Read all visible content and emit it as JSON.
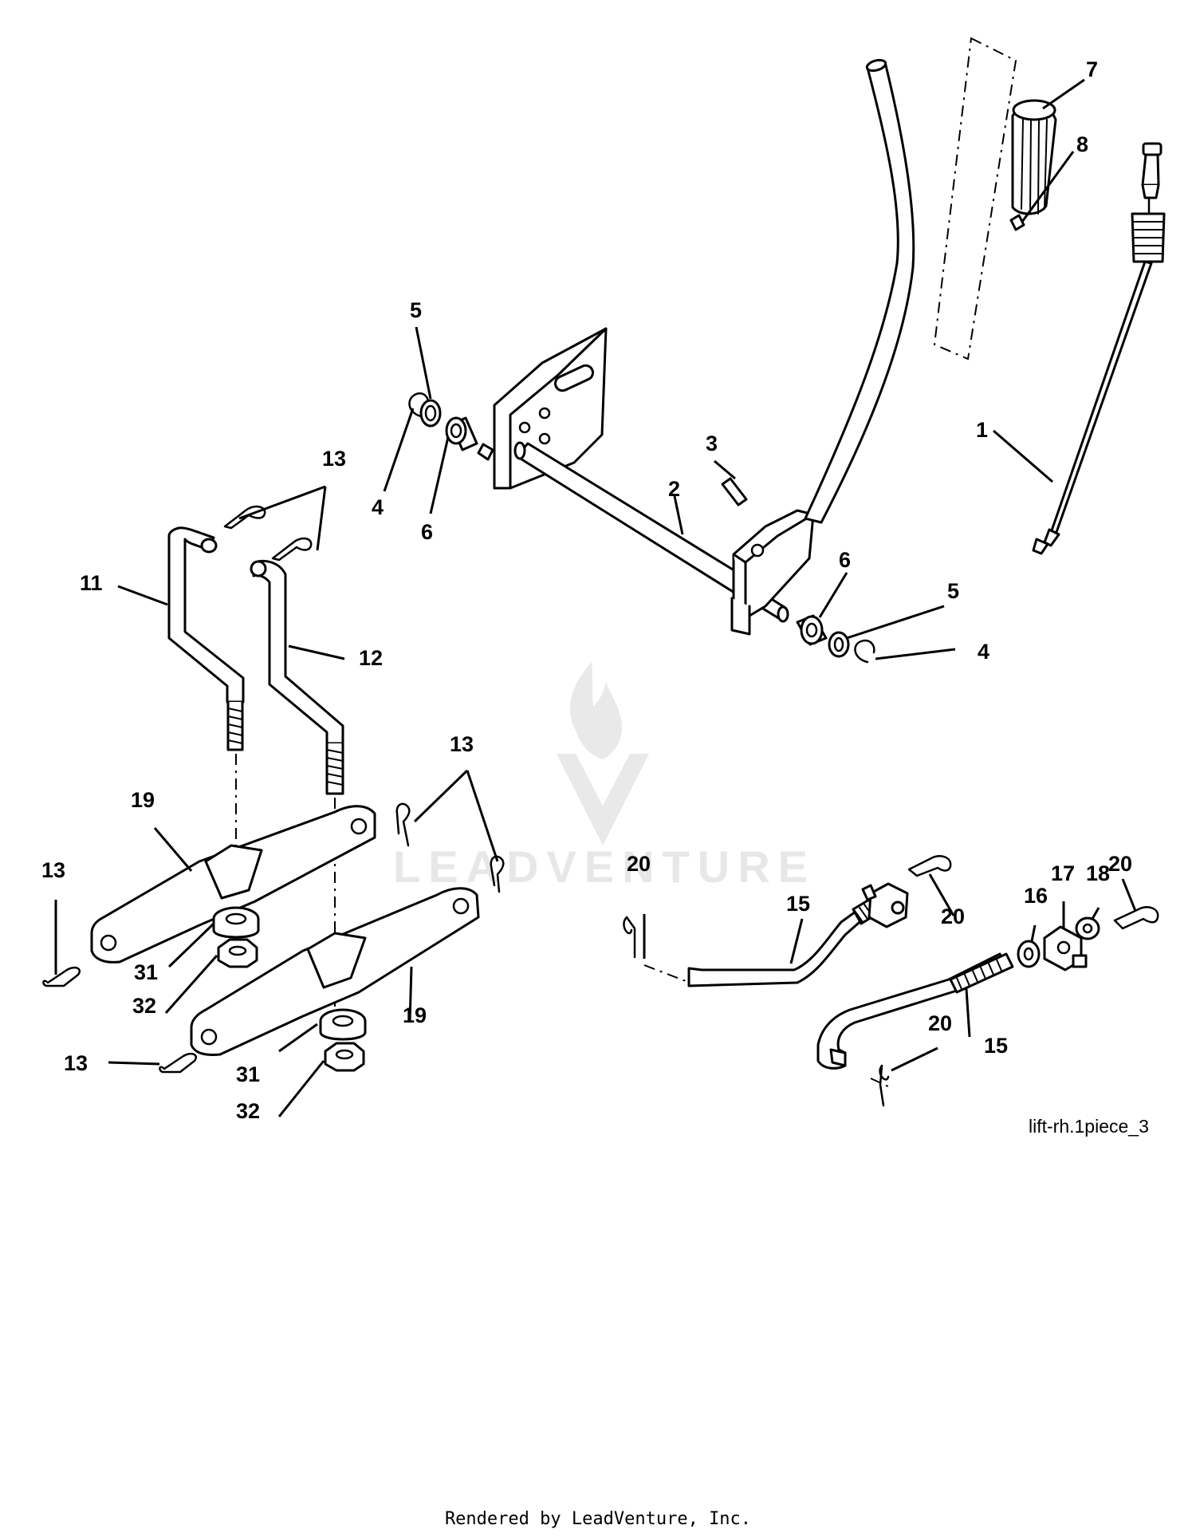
{
  "diagram": {
    "callouts": [
      {
        "id": "c1",
        "label": "1"
      },
      {
        "id": "c2",
        "label": "2"
      },
      {
        "id": "c3",
        "label": "3"
      },
      {
        "id": "c4a",
        "label": "4"
      },
      {
        "id": "c4b",
        "label": "4"
      },
      {
        "id": "c5a",
        "label": "5"
      },
      {
        "id": "c5b",
        "label": "5"
      },
      {
        "id": "c6a",
        "label": "6"
      },
      {
        "id": "c6b",
        "label": "6"
      },
      {
        "id": "c7",
        "label": "7"
      },
      {
        "id": "c8",
        "label": "8"
      },
      {
        "id": "c11",
        "label": "11"
      },
      {
        "id": "c12",
        "label": "12"
      },
      {
        "id": "c13a",
        "label": "13"
      },
      {
        "id": "c13b",
        "label": "13"
      },
      {
        "id": "c13c",
        "label": "13"
      },
      {
        "id": "c13d",
        "label": "13"
      },
      {
        "id": "c15a",
        "label": "15"
      },
      {
        "id": "c15b",
        "label": "15"
      },
      {
        "id": "c16",
        "label": "16"
      },
      {
        "id": "c17",
        "label": "17"
      },
      {
        "id": "c18",
        "label": "18"
      },
      {
        "id": "c19a",
        "label": "19"
      },
      {
        "id": "c19b",
        "label": "19"
      },
      {
        "id": "c20a",
        "label": "20"
      },
      {
        "id": "c20b",
        "label": "20"
      },
      {
        "id": "c20c",
        "label": "20"
      },
      {
        "id": "c20d",
        "label": "20"
      },
      {
        "id": "c31a",
        "label": "31"
      },
      {
        "id": "c31b",
        "label": "31"
      },
      {
        "id": "c32a",
        "label": "32"
      },
      {
        "id": "c32b",
        "label": "32"
      }
    ],
    "figure_id": "lift-rh.1piece_3",
    "watermark": "LEADVENTURE",
    "footer": "Rendered by LeadVenture, Inc."
  }
}
